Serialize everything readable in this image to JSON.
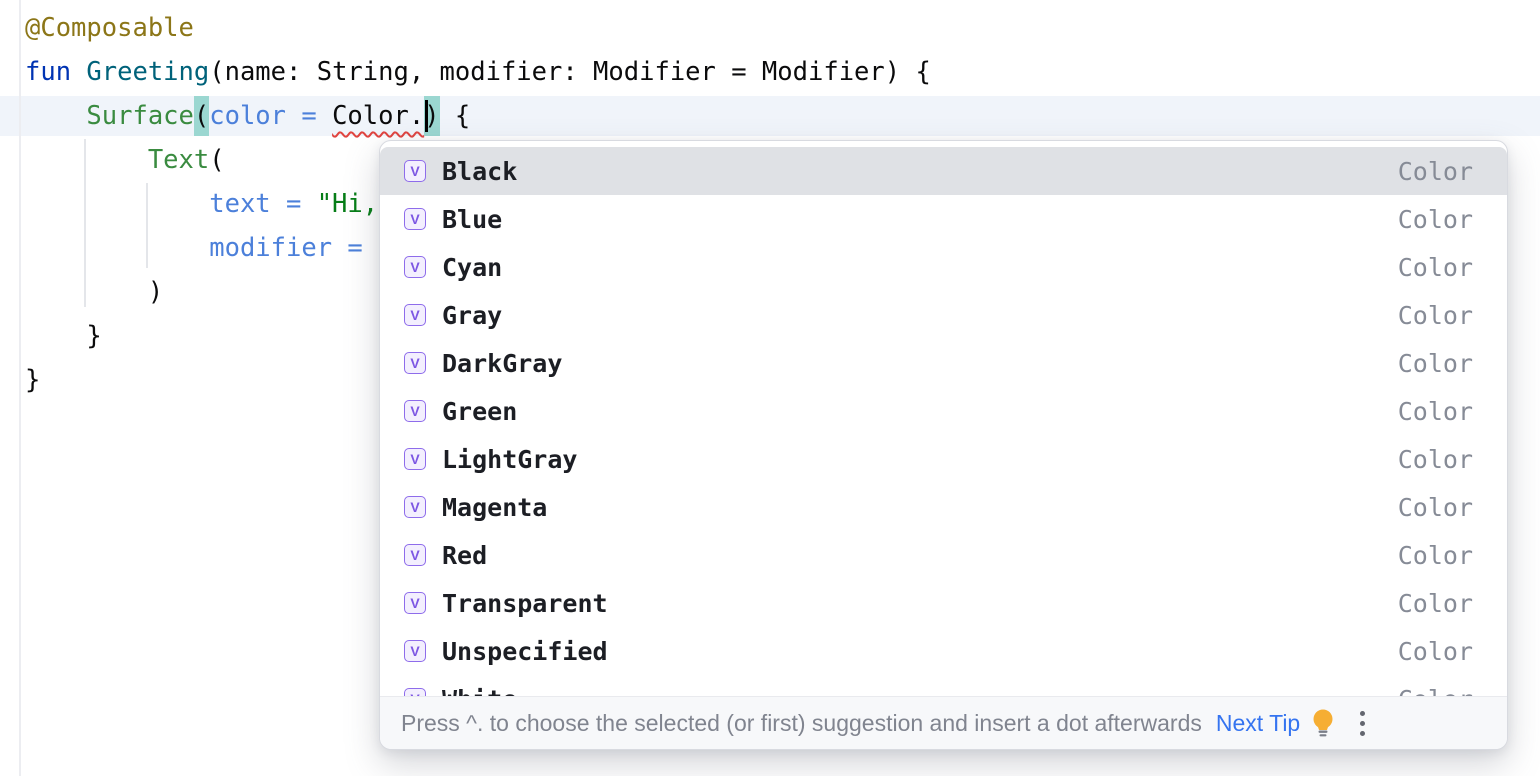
{
  "colors": {
    "accent_blue": "#3574F0",
    "selection_gray": "#DFE1E5",
    "paren_match": "#9BD7D1",
    "caret_line": "#F0F4FA",
    "error_red": "#E0443F",
    "icon_purple": "#7D57E3",
    "bulb_yellow": "#F6AE33"
  },
  "editor": {
    "language": "kotlin",
    "code_lines": [
      {
        "tokens": [
          {
            "text": "@Composable",
            "style": "annotation"
          }
        ]
      },
      {
        "tokens": [
          {
            "text": "fun",
            "style": "keyword"
          },
          {
            "text": " ",
            "style": "plain"
          },
          {
            "text": "Greeting",
            "style": "fndecl"
          },
          {
            "text": "(name: String, modifier: Modifier = Modifier) {",
            "style": "plain"
          }
        ]
      },
      {
        "tokens": [
          {
            "text": "    ",
            "style": "plain"
          },
          {
            "text": "Surface",
            "style": "fncall"
          },
          {
            "text": "(",
            "style": "paren"
          },
          {
            "text": "color = ",
            "style": "named"
          },
          {
            "text": "Color.",
            "style": "error"
          },
          {
            "text": ")",
            "style": "paren"
          },
          {
            "text": " {",
            "style": "plain"
          }
        ]
      },
      {
        "tokens": [
          {
            "text": "        ",
            "style": "plain"
          },
          {
            "text": "Text",
            "style": "fncall"
          },
          {
            "text": "(",
            "style": "plain"
          }
        ]
      },
      {
        "tokens": [
          {
            "text": "            ",
            "style": "plain"
          },
          {
            "text": "text = ",
            "style": "named"
          },
          {
            "text": "\"Hi,",
            "style": "string"
          }
        ]
      },
      {
        "tokens": [
          {
            "text": "            ",
            "style": "plain"
          },
          {
            "text": "modifier = ",
            "style": "named"
          }
        ]
      },
      {
        "tokens": [
          {
            "text": "        )",
            "style": "plain"
          }
        ]
      },
      {
        "tokens": [
          {
            "text": "    }",
            "style": "plain"
          }
        ]
      },
      {
        "tokens": [
          {
            "text": "}",
            "style": "plain"
          }
        ]
      }
    ]
  },
  "completion_popup": {
    "items": [
      {
        "icon": "V",
        "label": "Black",
        "type": "Color",
        "selected": true
      },
      {
        "icon": "V",
        "label": "Blue",
        "type": "Color",
        "selected": false
      },
      {
        "icon": "V",
        "label": "Cyan",
        "type": "Color",
        "selected": false
      },
      {
        "icon": "V",
        "label": "Gray",
        "type": "Color",
        "selected": false
      },
      {
        "icon": "V",
        "label": "DarkGray",
        "type": "Color",
        "selected": false
      },
      {
        "icon": "V",
        "label": "Green",
        "type": "Color",
        "selected": false
      },
      {
        "icon": "V",
        "label": "LightGray",
        "type": "Color",
        "selected": false
      },
      {
        "icon": "V",
        "label": "Magenta",
        "type": "Color",
        "selected": false
      },
      {
        "icon": "V",
        "label": "Red",
        "type": "Color",
        "selected": false
      },
      {
        "icon": "V",
        "label": "Transparent",
        "type": "Color",
        "selected": false
      },
      {
        "icon": "V",
        "label": "Unspecified",
        "type": "Color",
        "selected": false
      },
      {
        "icon": "V",
        "label": "White",
        "type": "Color",
        "selected": false
      }
    ],
    "hint": {
      "text": "Press ^. to choose the selected (or first) suggestion and insert a dot afterwards",
      "link_label": "Next Tip"
    }
  }
}
